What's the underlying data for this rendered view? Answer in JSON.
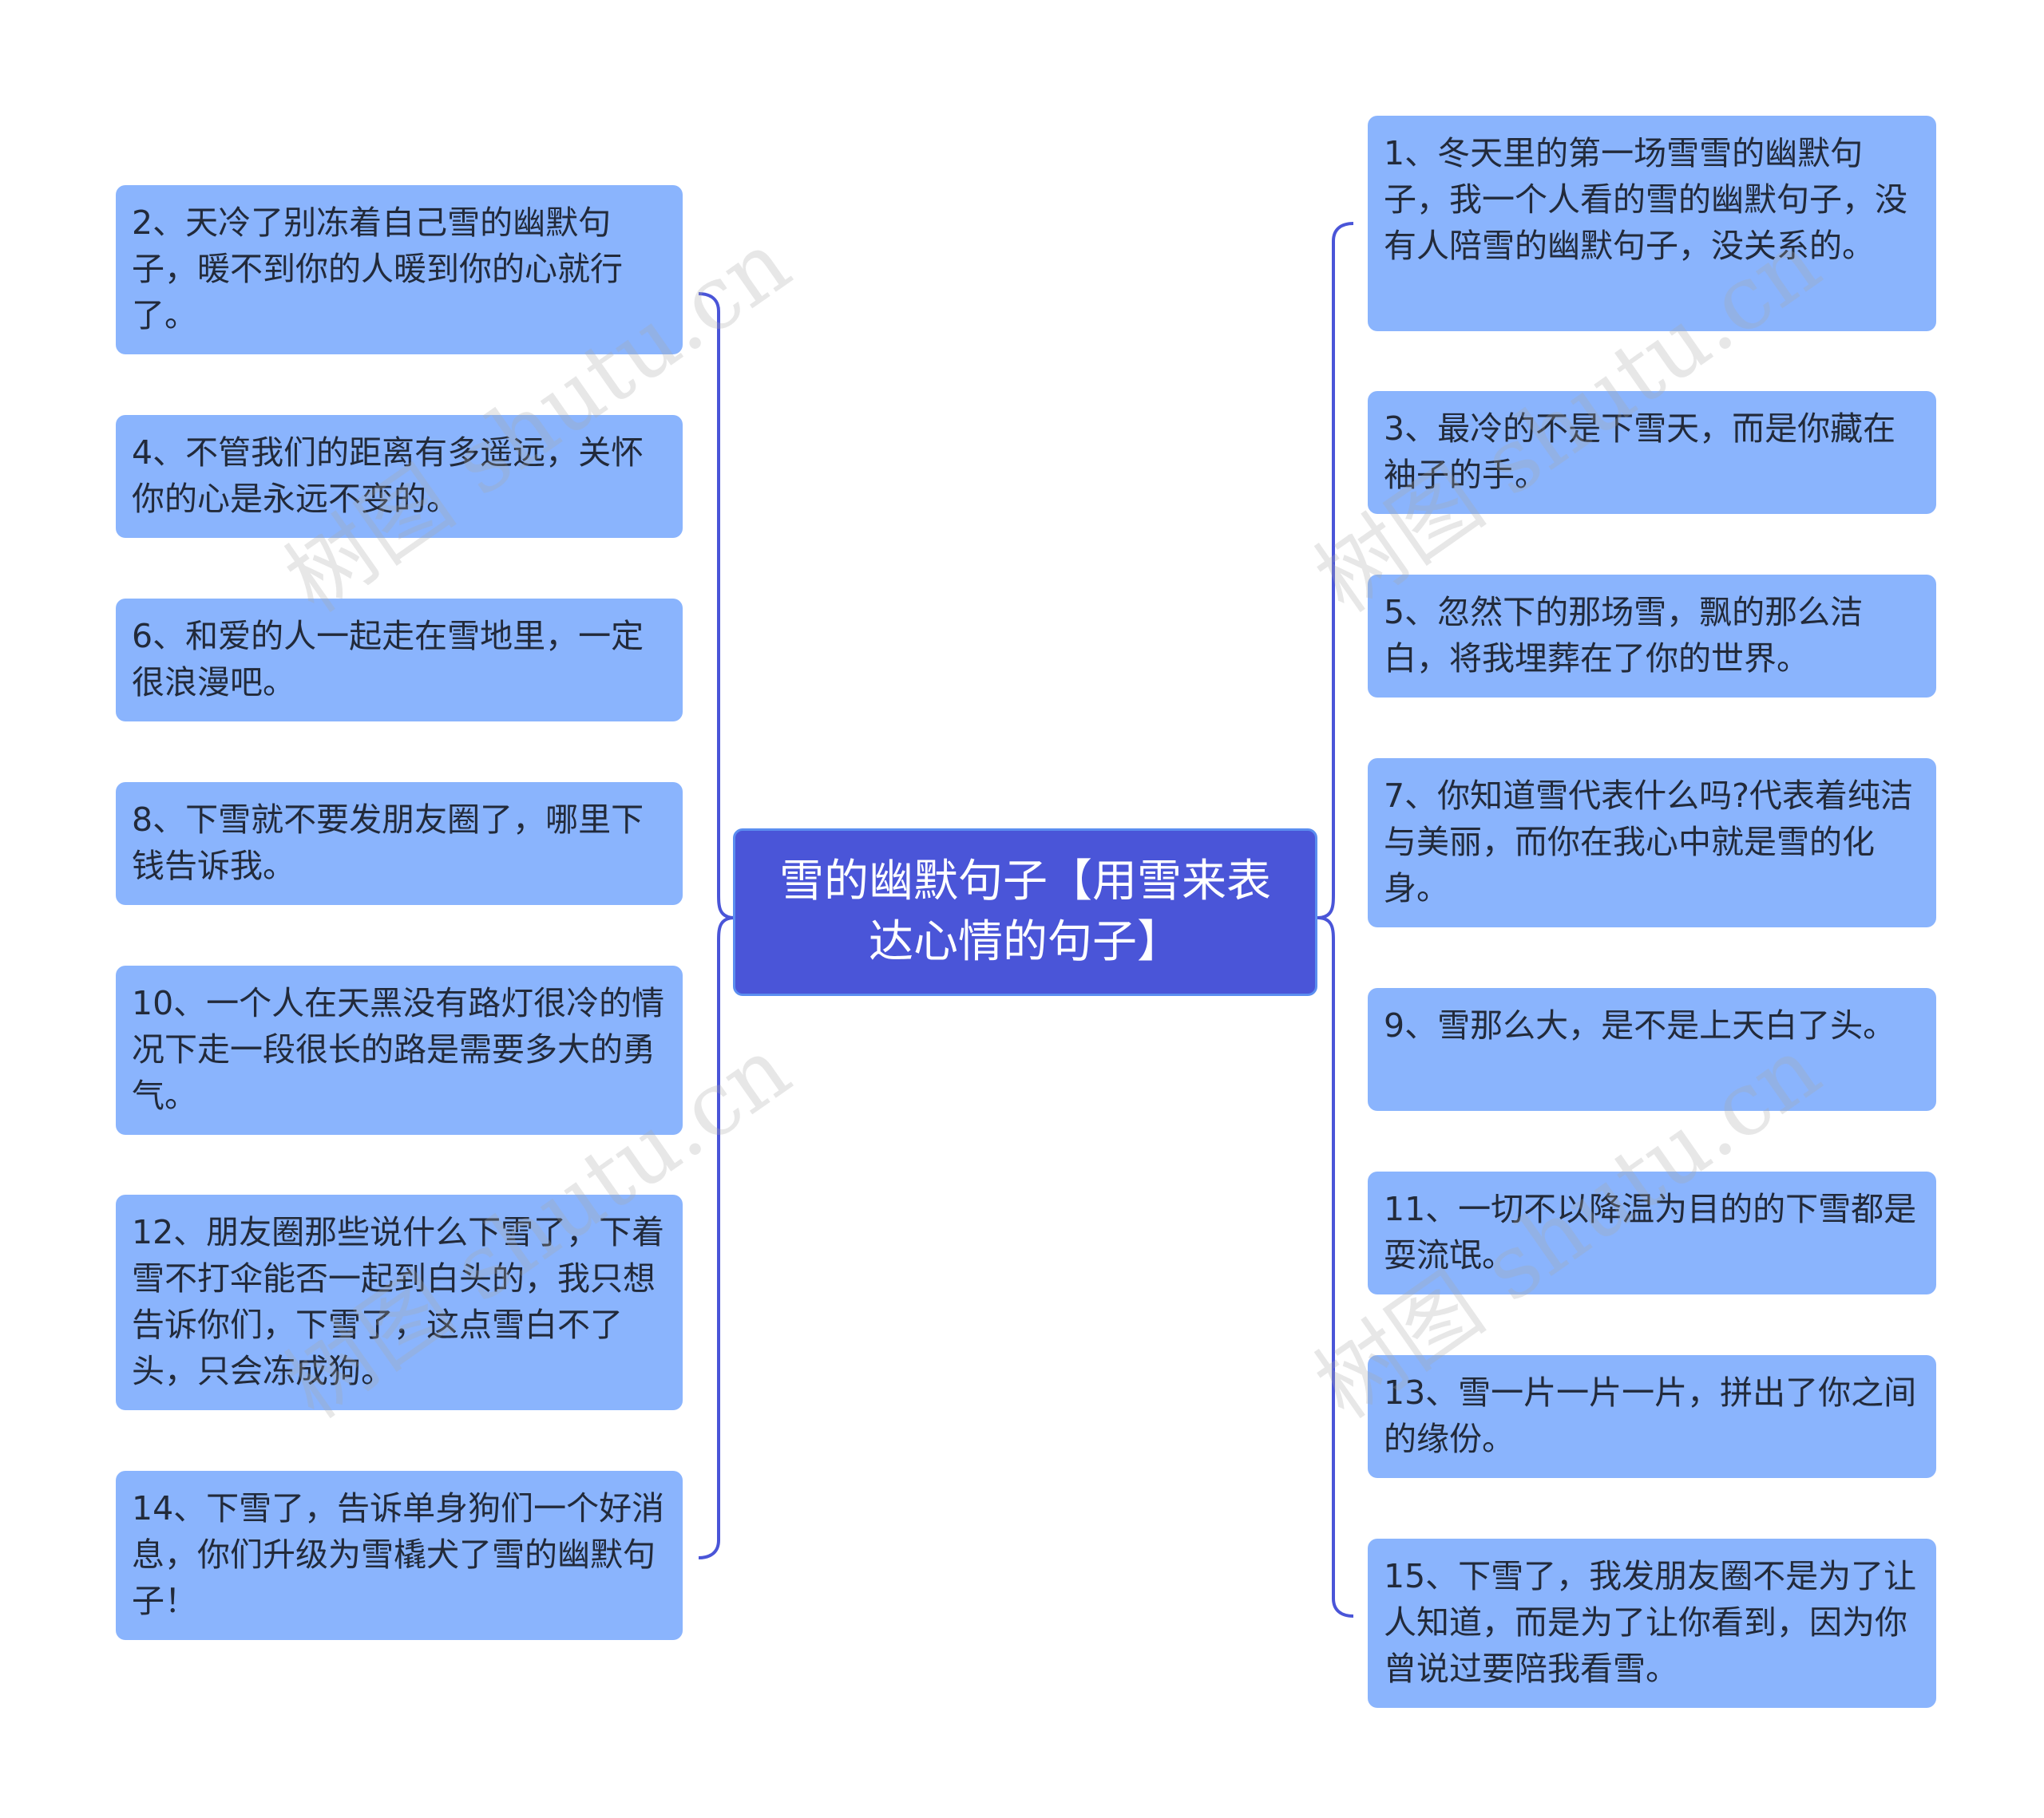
{
  "root": {
    "text": "雪的幽默句子【用雪来表达心情的句子】"
  },
  "left_nodes": [
    {
      "text": "2、天冷了别冻着自己雪的幽默句子，暖不到你的人暖到你的心就行了。"
    },
    {
      "text": "4、不管我们的距离有多遥远，关怀你的心是永远不变的。"
    },
    {
      "text": "6、和爱的人一起走在雪地里，一定很浪漫吧。"
    },
    {
      "text": "8、下雪就不要发朋友圈了，哪里下钱告诉我。"
    },
    {
      "text": "10、一个人在天黑没有路灯很冷的情况下走一段很长的路是需要多大的勇气。"
    },
    {
      "text": "12、朋友圈那些说什么下雪了，下着雪不打伞能否一起到白头的，我只想告诉你们，下雪了，这点雪白不了头，只会冻成狗。"
    },
    {
      "text": "14、下雪了，告诉单身狗们一个好消息，你们升级为雪橇犬了雪的幽默句子！"
    }
  ],
  "right_nodes": [
    {
      "text": "1、冬天里的第一场雪雪的幽默句子，我一个人看的雪的幽默句子，没有人陪雪的幽默句子，没关系的。"
    },
    {
      "text": "3、最冷的不是下雪天，而是你藏在袖子的手。"
    },
    {
      "text": "5、忽然下的那场雪，飘的那么洁白，将我埋葬在了你的世界。"
    },
    {
      "text": "7、你知道雪代表什么吗?代表着纯洁与美丽，而你在我心中就是雪的化身。"
    },
    {
      "text": "9、雪那么大，是不是上天白了头。"
    },
    {
      "text": "11、一切不以降温为目的的下雪都是耍流氓。"
    },
    {
      "text": "13、雪一片一片一片，拼出了你之间的缘份。"
    },
    {
      "text": "15、下雪了，我发朋友圈不是为了让人知道，而是为了让你看到，因为你曾说过要陪我看雪。"
    }
  ],
  "watermark": {
    "text": "树图 shutu.cn"
  },
  "colors": {
    "node_fill": "#8ab4fd",
    "root_fill": "#4a55d8",
    "connector": "#4a55d8"
  }
}
